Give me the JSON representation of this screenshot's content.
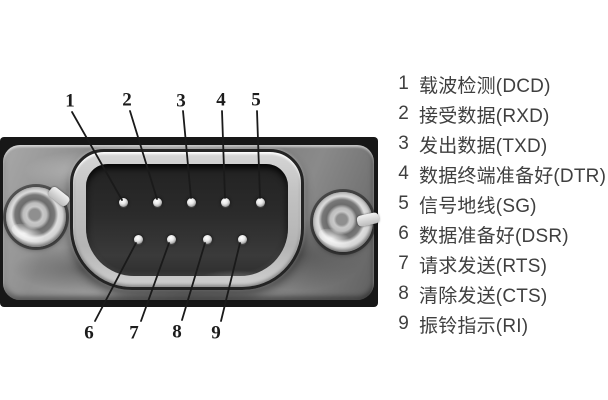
{
  "figure": {
    "description": "DB9 male serial connector photo with numbered pins",
    "top_pin_numbers": [
      "1",
      "2",
      "3",
      "4",
      "5"
    ],
    "bottom_pin_numbers": [
      "6",
      "7",
      "8",
      "9"
    ]
  },
  "legend": {
    "items": [
      {
        "num": "1",
        "label": "载波检测(DCD)"
      },
      {
        "num": "2",
        "label": "接受数据(RXD)"
      },
      {
        "num": "3",
        "label": "发出数据(TXD)"
      },
      {
        "num": "4",
        "label": "数据终端准备好(DTR)"
      },
      {
        "num": "5",
        "label": "信号地线(SG)"
      },
      {
        "num": "6",
        "label": "数据准备好(DSR)"
      },
      {
        "num": "7",
        "label": "请求发送(RTS)"
      },
      {
        "num": "8",
        "label": "清除发送(CTS)"
      },
      {
        "num": "9",
        "label": "振铃指示(RI)"
      }
    ]
  },
  "colors": {
    "legend_text": "#3f3f3f",
    "pin_number_text": "#1c1c1c",
    "leader_line": "#1a1a1a",
    "plate_gray": "#8a8a8a",
    "cavity_dark": "#2b2b2b",
    "shell_rim": "#c2c2c2"
  }
}
